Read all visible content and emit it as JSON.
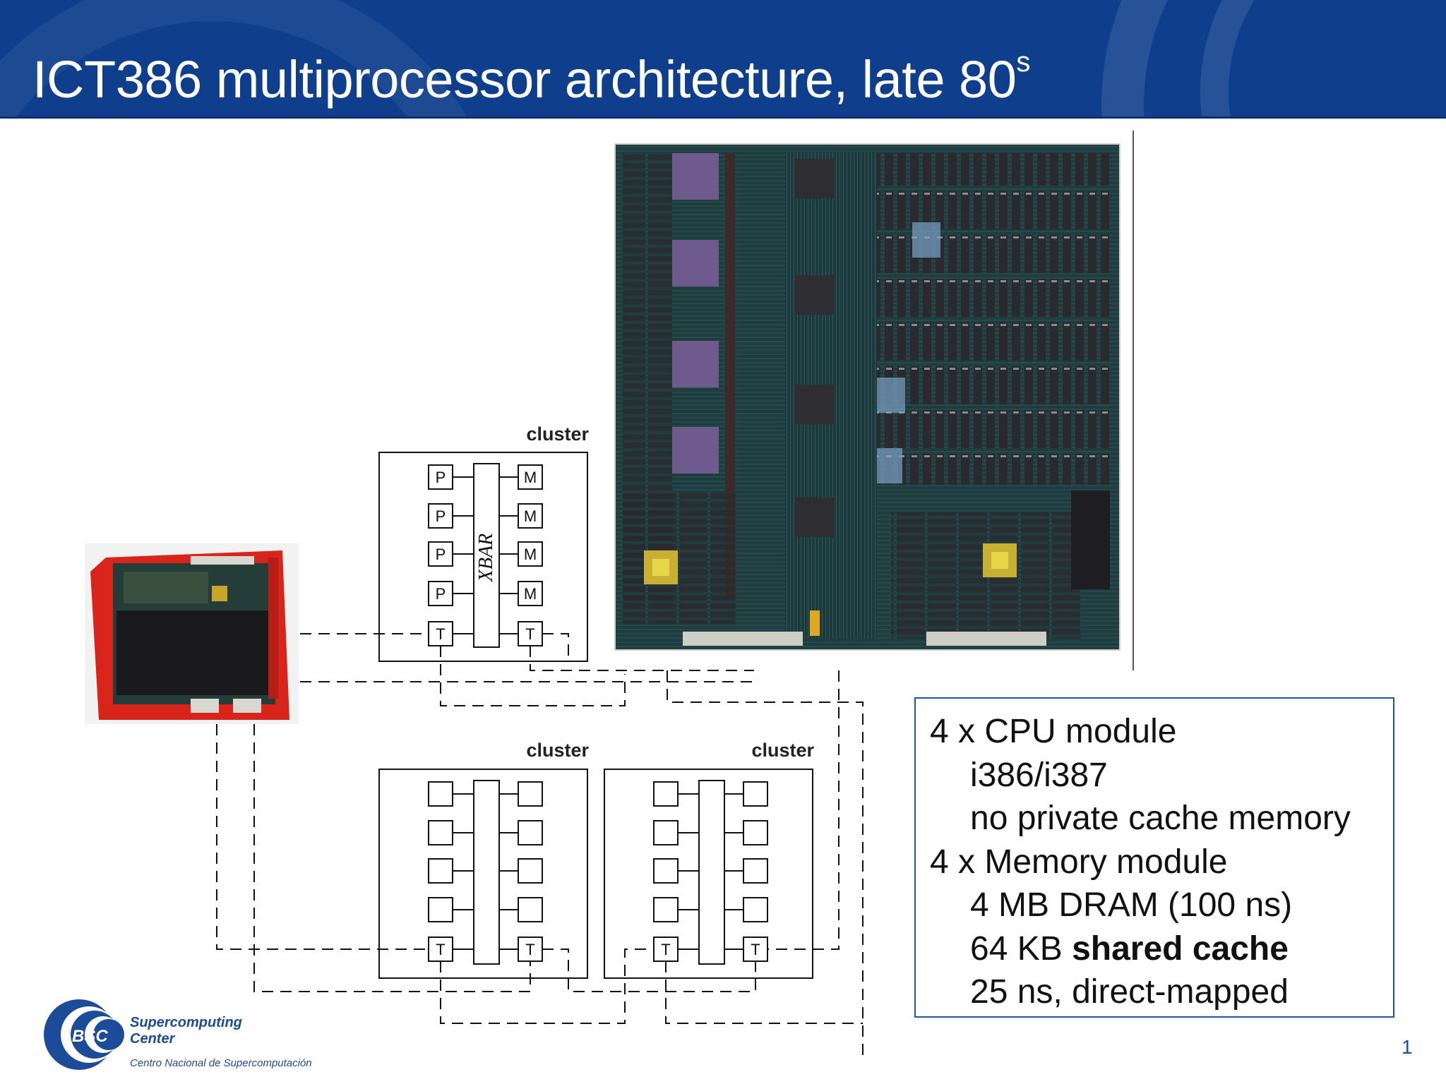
{
  "slide": {
    "title_main": "ICT386 multiprocessor architecture, late 80",
    "title_sup": "s",
    "page_number": "1"
  },
  "diagram": {
    "cluster_label": "cluster",
    "xbar_label": "XBAR",
    "processor_label": "P",
    "memory_label": "M",
    "transceiver_label": "T",
    "line_color": "#111111"
  },
  "specs": {
    "cpu_heading": "4 x CPU module",
    "cpu_detail_1": "i386/i387",
    "cpu_detail_2": "no private cache memory",
    "mem_heading": "4 x Memory module",
    "mem_detail_1": "4 MB DRAM (100 ns)",
    "mem_detail_2_prefix": "64 KB ",
    "mem_detail_2_bold": "shared cache",
    "mem_detail_3": "25 ns, direct-mapped"
  },
  "logo": {
    "icon": "bsc-logo-icon",
    "abbr": "BSC",
    "line1": "Supercomputing",
    "line2": "Center",
    "line3": "Centro Nacional de Supercomputación"
  },
  "colors": {
    "header_blue": "#0f3f8c",
    "accent_blue": "#1c56a8",
    "board_green": "#1d3b3c",
    "card_red": "#d9241c"
  }
}
